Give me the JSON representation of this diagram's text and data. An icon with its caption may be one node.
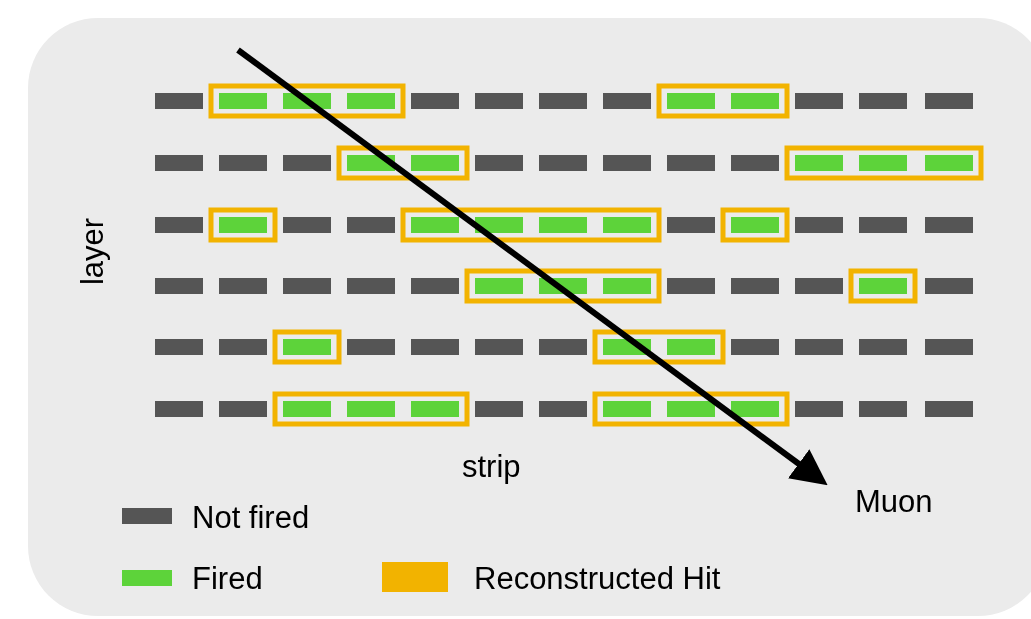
{
  "diagram": {
    "labels": [
      "layer",
      "strip",
      "Muon"
    ],
    "legend": [
      {
        "text": "Not fired",
        "color": "#555555"
      },
      {
        "text": "Fired",
        "color": "#5dd33a"
      },
      {
        "text": "Reconstructed Hit",
        "color": "#f2b300"
      }
    ]
  }
}
